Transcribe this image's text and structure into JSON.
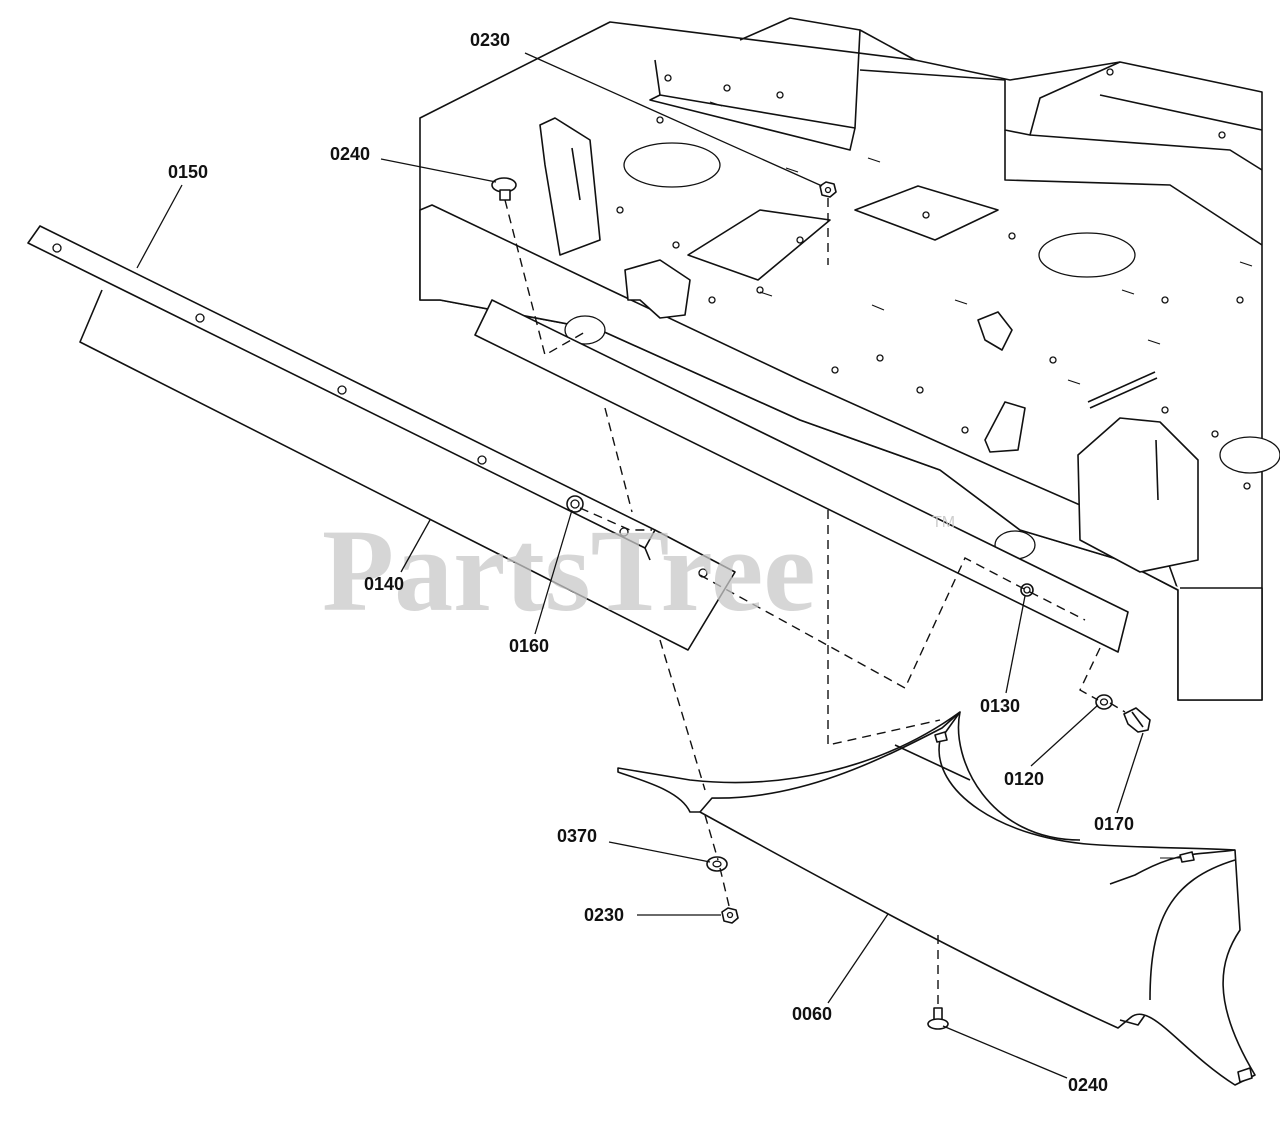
{
  "watermark": {
    "text": "PartsTree",
    "trademark": "TM"
  },
  "callouts": [
    {
      "id": "0230",
      "part": "nut-upper"
    },
    {
      "id": "0240",
      "part": "carriage-bolt-upper"
    },
    {
      "id": "0150",
      "part": "rubber-flap"
    },
    {
      "id": "0140",
      "part": "retainer-strip"
    },
    {
      "id": "0160",
      "part": "nut-strip"
    },
    {
      "id": "0130",
      "part": "nut-right"
    },
    {
      "id": "0120",
      "part": "washer-right"
    },
    {
      "id": "0170",
      "part": "bolt-right"
    },
    {
      "id": "0370",
      "part": "washer-lower"
    },
    {
      "id": "0230",
      "part": "nut-lower"
    },
    {
      "id": "0060",
      "part": "discharge-chute"
    },
    {
      "id": "0240",
      "part": "carriage-bolt-lower"
    }
  ]
}
